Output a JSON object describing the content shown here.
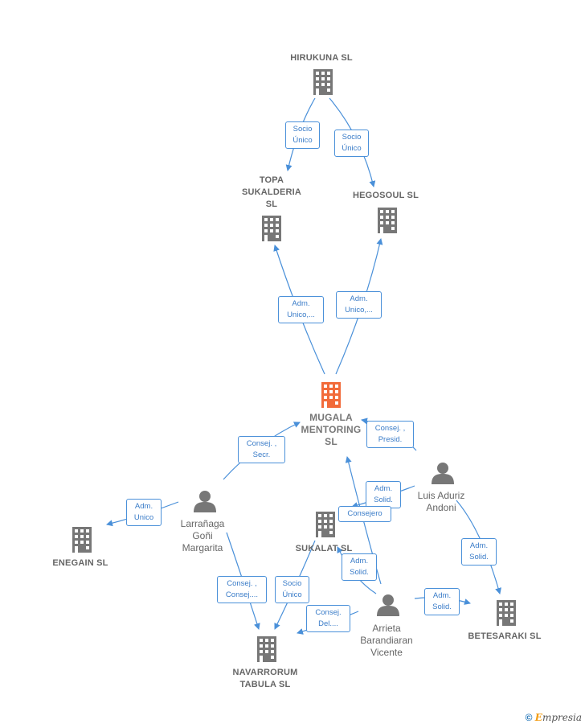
{
  "nodes": {
    "hirukuna": {
      "label": "HIRUKUNA  SL"
    },
    "topa": {
      "label_lines": [
        "TOPA",
        "SUKALDERIA",
        "SL"
      ]
    },
    "hegosoul": {
      "label": "HEGOSOUL  SL"
    },
    "mugala": {
      "label_lines": [
        "MUGALA",
        "MENTORING",
        "SL"
      ]
    },
    "enegain": {
      "label": "ENEGAIN SL"
    },
    "sukalat": {
      "label": "SUKALAT SL"
    },
    "navarrorum": {
      "label_lines": [
        "NAVARRORUM",
        "TABULA SL"
      ]
    },
    "betesaraki": {
      "label": "BETESARAKI SL"
    },
    "larranaga": {
      "label_lines": [
        "Larrañaga",
        "Goñi",
        "Margarita"
      ]
    },
    "luis": {
      "label_lines": [
        "Luis Aduriz",
        "Andoni"
      ]
    },
    "arrieta": {
      "label_lines": [
        "Arrieta",
        "Barandiaran",
        "Vicente"
      ]
    }
  },
  "edges": [
    {
      "lines": [
        "Socio",
        "Único"
      ]
    },
    {
      "lines": [
        "Socio",
        "Único"
      ]
    },
    {
      "lines": [
        "Adm.",
        "Unico,..."
      ]
    },
    {
      "lines": [
        "Adm.",
        "Unico,..."
      ]
    },
    {
      "lines": [
        "Consej. ,",
        "Secr."
      ]
    },
    {
      "lines": [
        "Consej. ,",
        "Presid."
      ]
    },
    {
      "lines": [
        "Adm.",
        "Unico"
      ]
    },
    {
      "lines": [
        "Adm.",
        "Solid."
      ]
    },
    {
      "lines": [
        "Consejero"
      ]
    },
    {
      "lines": [
        "Adm.",
        "Solid."
      ]
    },
    {
      "lines": [
        "Adm.",
        "Solid."
      ]
    },
    {
      "lines": [
        "Adm.",
        "Solid."
      ]
    },
    {
      "lines": [
        "Consej. ,",
        "Consej...."
      ]
    },
    {
      "lines": [
        "Socio",
        "Único"
      ]
    },
    {
      "lines": [
        "Consej.",
        "Del...."
      ]
    }
  ],
  "footer": {
    "copyright": "©",
    "brand_first": "E",
    "brand_rest": "mpresia"
  },
  "colors": {
    "edge": "#4a90d9",
    "company": "#777777",
    "center": "#f26b3a",
    "person": "#777777"
  }
}
